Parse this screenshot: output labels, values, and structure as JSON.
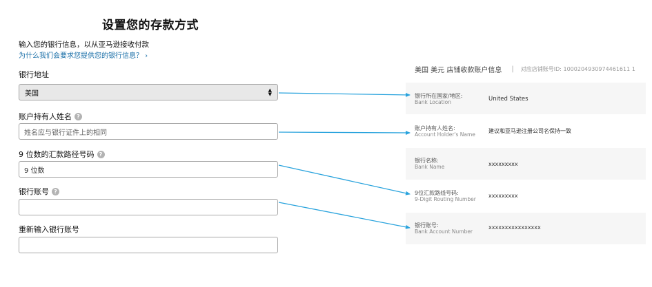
{
  "page": {
    "title": "设置您的存款方式",
    "intro": "输入您的银行信息，以从亚马逊接收付款",
    "why_link": "为什么我们会要求您提供您的银行信息？ ›"
  },
  "form": {
    "bank_location": {
      "label": "银行地址",
      "value": "美国"
    },
    "account_holder": {
      "label": "账户持有人姓名",
      "placeholder": "姓名应与银行证件上的相同"
    },
    "routing_number": {
      "label": "9 位数的汇款路径号码",
      "value": "9 位数"
    },
    "account_number": {
      "label": "银行账号",
      "value": ""
    },
    "reenter_account_number": {
      "label": "重新输入银行账号",
      "value": ""
    }
  },
  "reference_panel": {
    "header_title": "美国 美元 店铺收款账户信息",
    "header_separator": "|",
    "header_account": "对应店铺账号ID: 1000204930974461611 1",
    "rows": [
      {
        "label_cn": "银行所在国家/地区:",
        "label_en": "Bank Location",
        "value": "United States"
      },
      {
        "label_cn": "账户持有人姓名:",
        "label_en": "Account Holder's Name",
        "value": "建议和亚马逊注册公司名保持一致"
      },
      {
        "label_cn": "银行名称:",
        "label_en": "Bank Name",
        "value": "xxxxxxxxx"
      },
      {
        "label_cn": "9位汇款路线号码:",
        "label_en": "9-Digit Routing Number",
        "value": "xxxxxxxxx"
      },
      {
        "label_cn": "银行账号:",
        "label_en": "Bank Account Number",
        "value": "xxxxxxxxxxxxxxxx"
      }
    ]
  },
  "colors": {
    "arrow": "#29a3dd",
    "link": "#1a6fa8",
    "panel_row_bg": "#f6f6f6"
  }
}
